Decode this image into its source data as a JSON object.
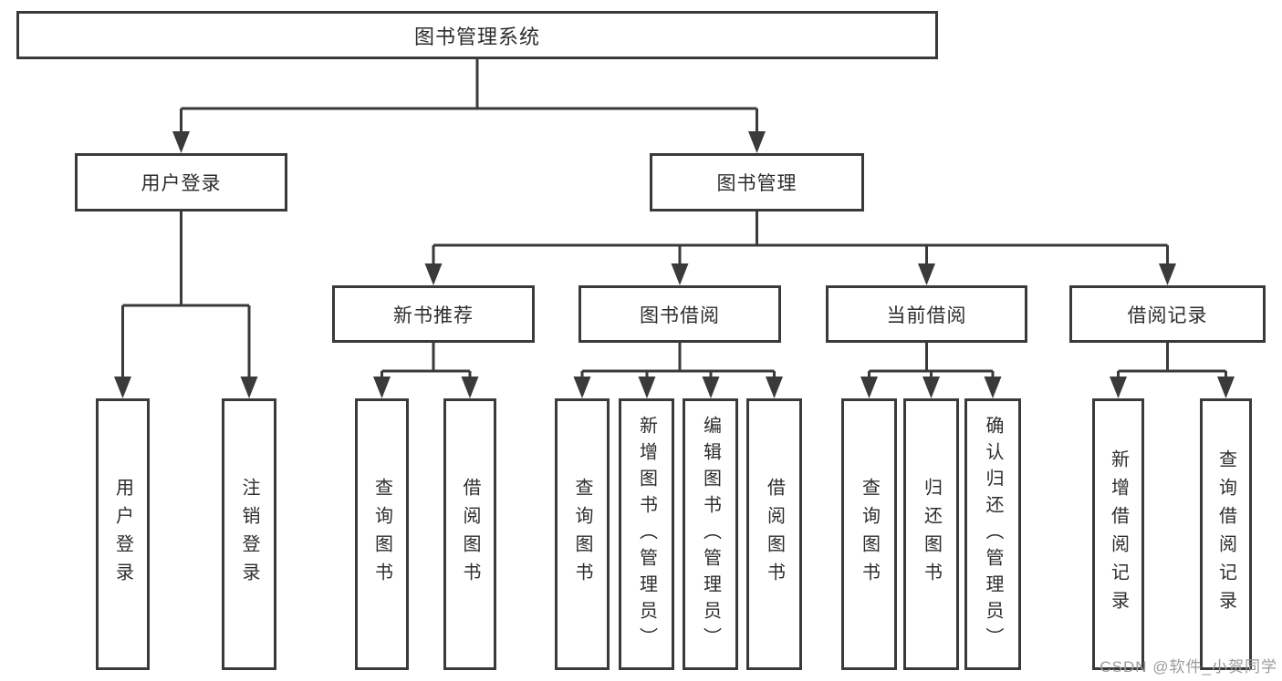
{
  "diagram_type": "functional-structure-tree",
  "colors": {
    "background": "#ffffff",
    "line": "#3a3a3a",
    "box_border": "#3a3a3a",
    "text": "#2d2d2d",
    "watermark": "#9b9b9b"
  },
  "tree": {
    "label": "图书管理系统",
    "children": [
      {
        "label": "用户登录",
        "children": [
          {
            "label": "用户登录"
          },
          {
            "label": "注销登录"
          }
        ]
      },
      {
        "label": "图书管理",
        "children": [
          {
            "label": "新书推荐",
            "children": [
              {
                "label": "查询图书"
              },
              {
                "label": "借阅图书"
              }
            ]
          },
          {
            "label": "图书借阅",
            "children": [
              {
                "label": "查询图书"
              },
              {
                "label": "新增图书（管理员）"
              },
              {
                "label": "编辑图书（管理员）"
              },
              {
                "label": "借阅图书"
              }
            ]
          },
          {
            "label": "当前借阅",
            "children": [
              {
                "label": "查询图书"
              },
              {
                "label": "归还图书"
              },
              {
                "label": "确认归还（管理员）"
              }
            ]
          },
          {
            "label": "借阅记录",
            "children": [
              {
                "label": "新增借阅记录"
              },
              {
                "label": "查询借阅记录"
              }
            ]
          }
        ]
      }
    ]
  },
  "watermark": {
    "text": "CSDN @软件_小贺同学"
  }
}
